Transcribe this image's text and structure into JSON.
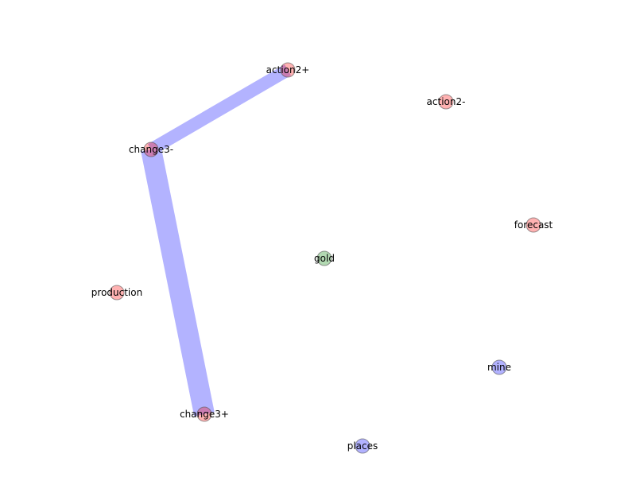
{
  "graph": {
    "nodes": [
      {
        "id": "action2+",
        "label": "action2+",
        "color": "#ff0000"
      },
      {
        "id": "action2-",
        "label": "action2-",
        "color": "#ff0000"
      },
      {
        "id": "change3-",
        "label": "change3-",
        "color": "#ff0000"
      },
      {
        "id": "forecast",
        "label": "forecast",
        "color": "#ff0000"
      },
      {
        "id": "gold",
        "label": "gold",
        "color": "#008000"
      },
      {
        "id": "production",
        "label": "production",
        "color": "#ff0000"
      },
      {
        "id": "mine",
        "label": "mine",
        "color": "#0000ff"
      },
      {
        "id": "change3+",
        "label": "change3+",
        "color": "#ff0000"
      },
      {
        "id": "places",
        "label": "places",
        "color": "#0000ff"
      }
    ],
    "edges": [
      {
        "source": "action2+",
        "target": "change3-",
        "color": "#b3b3ff"
      },
      {
        "source": "change3-",
        "target": "change3+",
        "color": "#b3b3ff"
      }
    ]
  }
}
